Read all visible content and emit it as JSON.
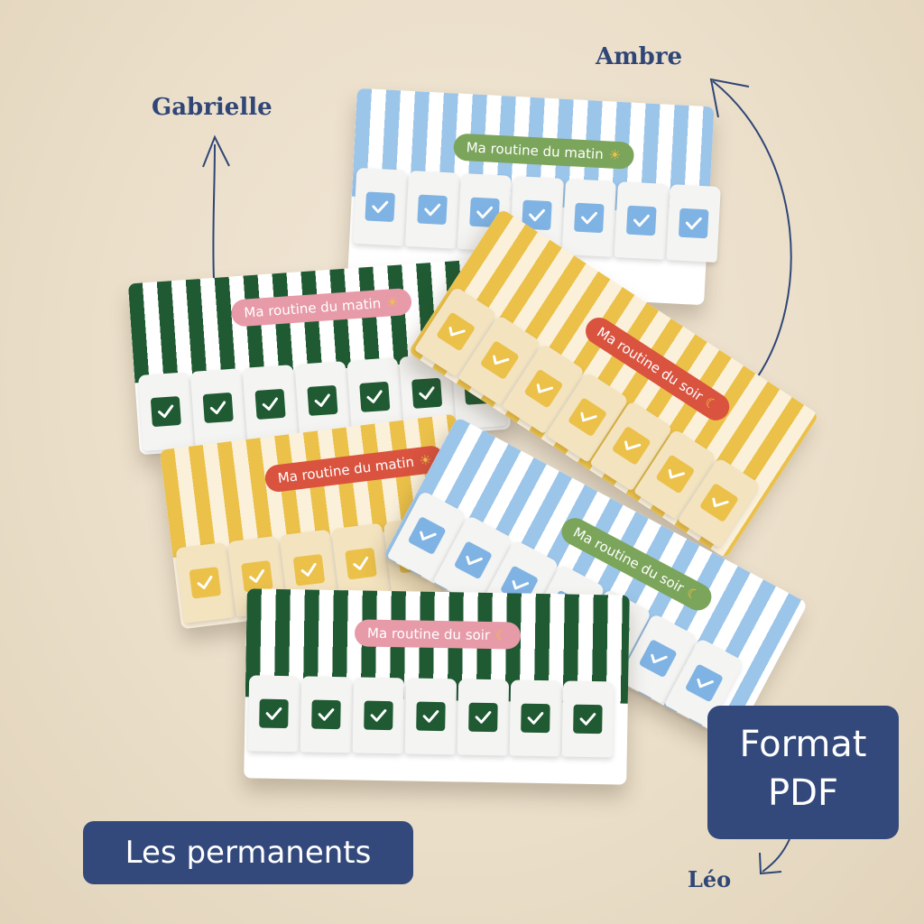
{
  "names": {
    "gabrielle": "Gabrielle",
    "ambre": "Ambre",
    "leo": "Léo"
  },
  "badges": {
    "permanents": "Les permanents",
    "format_line1": "Format",
    "format_line2": "PDF"
  },
  "cards": [
    {
      "id": "blue-top",
      "label": "Ma  routine du matin",
      "icon": "sun-icon",
      "stripe_color": "#9cc5ea",
      "label_color": "#7ba55b",
      "check_color": "#7fb3e4"
    },
    {
      "id": "green-top",
      "label": "Ma  routine du matin",
      "icon": "sun-icon",
      "stripe_color": "#1f5a33",
      "label_color": "#e79aa8",
      "check_color": "#1f5a33"
    },
    {
      "id": "yellow-diag",
      "label": "Ma  routine du soir",
      "icon": "moon-icon",
      "stripe_color": "#ebc14a",
      "label_color": "#d9533f",
      "check_color": "#ebc14a"
    },
    {
      "id": "yellow-mid",
      "label": "Ma  routine du matin",
      "icon": "sun-icon",
      "stripe_color": "#ebc14a",
      "label_color": "#d9533f",
      "check_color": "#ebc14a"
    },
    {
      "id": "blue-diag",
      "label": "Ma  routine du soir",
      "icon": "moon-icon",
      "stripe_color": "#9cc5ea",
      "label_color": "#7ba55b",
      "check_color": "#7fb3e4"
    },
    {
      "id": "green-bottom",
      "label": "Ma  routine du soir",
      "icon": "moon-icon",
      "stripe_color": "#1f5a33",
      "label_color": "#e79aa8",
      "check_color": "#1f5a33"
    }
  ],
  "colors": {
    "badge_bg": "#33497c",
    "handle_text": "#2f4677",
    "background": "#ece1cd"
  }
}
